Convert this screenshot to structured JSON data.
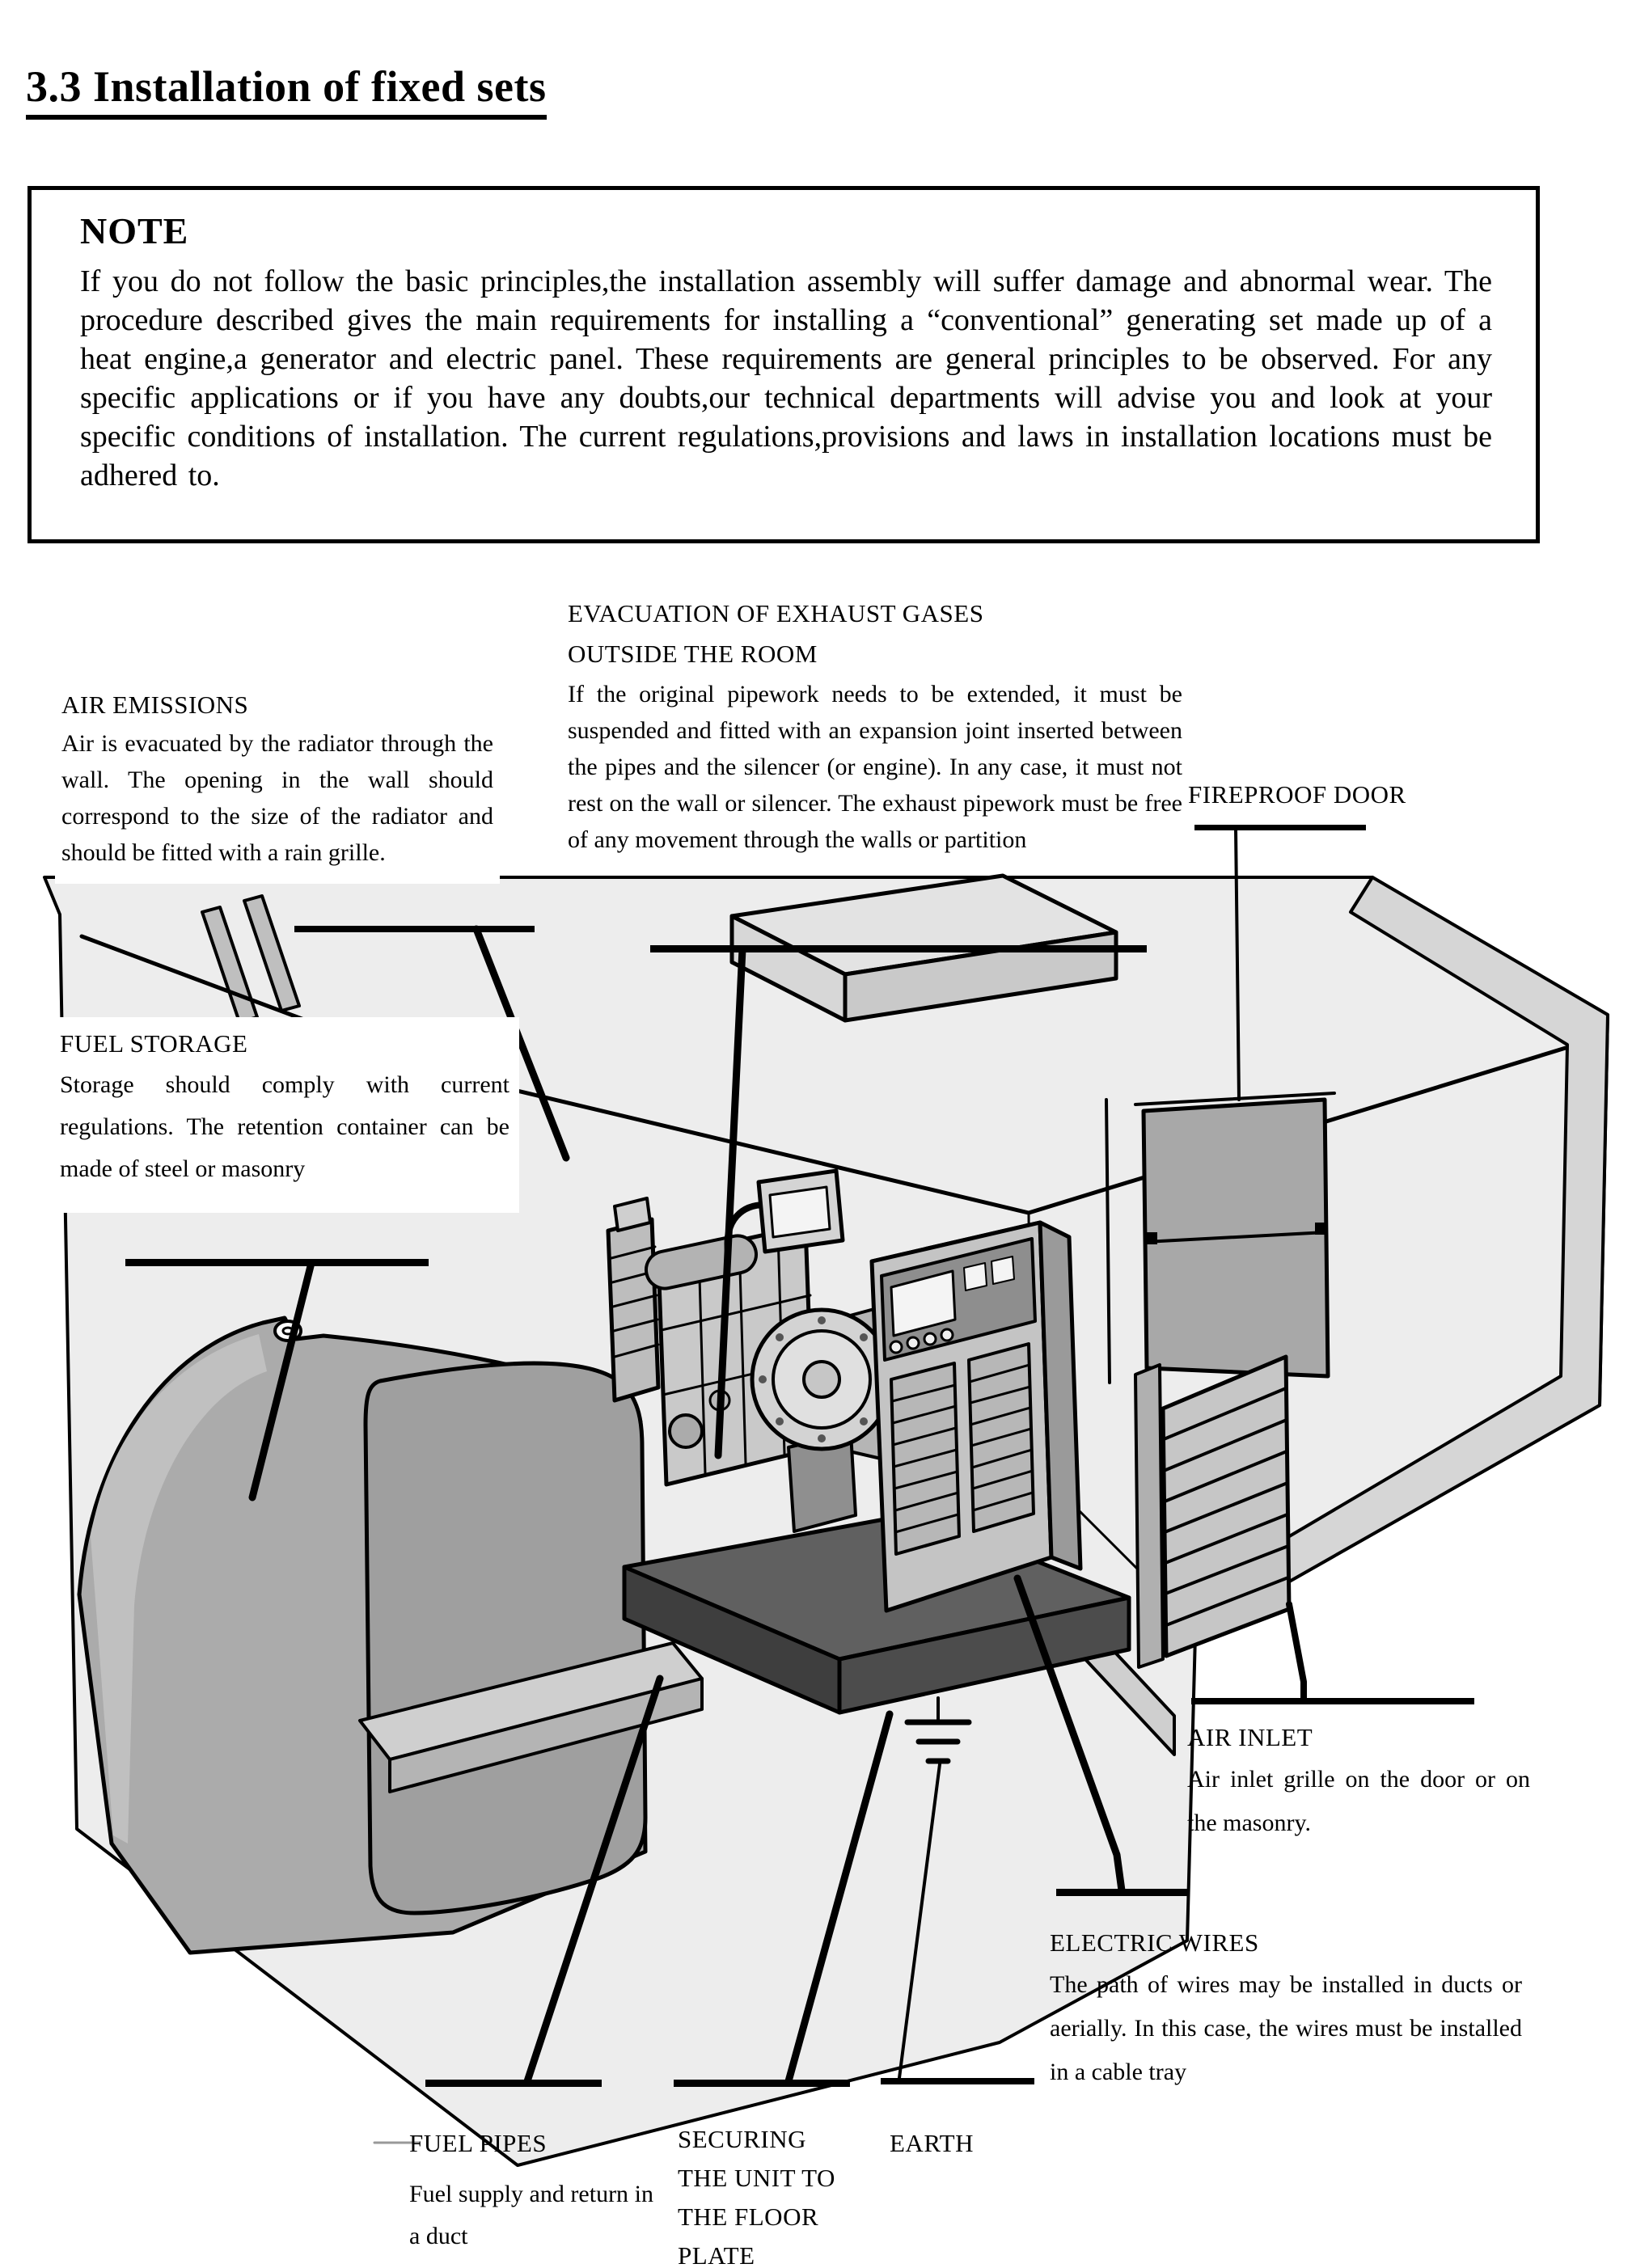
{
  "page": {
    "title": "3.3 Installation of fixed sets"
  },
  "note": {
    "heading": "NOTE",
    "body": "If you do not follow the basic principles,the installation assembly will suffer damage and abnormal wear. The procedure described gives the main requirements for installing a “conventional” generating set made up of a heat engine,a generator and electric panel. These requirements are general principles to be observed. For any specific applications or if you have any doubts,our technical departments will advise you and look at your specific conditions of installation. The current regulations,provisions and laws in installation locations must be adhered to."
  },
  "callouts": {
    "air_emissions": {
      "heading": "AIR EMISSIONS",
      "body": "Air is evacuated by the radiator through the wall. The opening in the wall should correspond to the size of the radiator and should be fitted with a rain grille."
    },
    "exhaust": {
      "heading_line1": "EVACUATION OF EXHAUST GASES",
      "heading_line2": "OUTSIDE THE ROOM",
      "body": "If the original pipework needs to be extended, it must be suspended and fitted with an expansion joint inserted between the pipes and the silencer (or engine). In any case, it must not rest on the wall or silencer. The exhaust pipework must be free of any movement through the walls or partition"
    },
    "fireproof_door": {
      "heading": "FIREPROOF DOOR"
    },
    "fuel_storage": {
      "heading": "FUEL STORAGE",
      "body": "Storage should comply with current regulations.  The retention container can be made of steel or masonry"
    },
    "air_inlet": {
      "heading": "AIR INLET",
      "body": "Air inlet grille on the door or on the masonry."
    },
    "electric_wires": {
      "heading": "ELECTRIC WIRES",
      "body": "The path of wires may be installed in ducts or aerially.  In this case, the wires must be installed in a cable tray"
    },
    "fuel_pipes": {
      "heading": "FUEL PIPES",
      "body": "Fuel supply and return in a duct"
    },
    "securing": {
      "heading": "SECURING THE UNIT TO THE FLOOR PLATE"
    },
    "earth": {
      "heading": "EARTH"
    }
  },
  "diagram": {
    "description": "Isometric cutaway of a generator room: fuel tank, generating set with control cabinet, fireproof door, air inlet grille, ceiling silencer, earth symbol",
    "ink_color": "#000000",
    "room_fill": "#ededed",
    "wall_fill": "#d6d6d6",
    "machine_fill": "#c4c4c4",
    "tank_fill": "#ababab",
    "base_fill": "#4c4c4c"
  }
}
